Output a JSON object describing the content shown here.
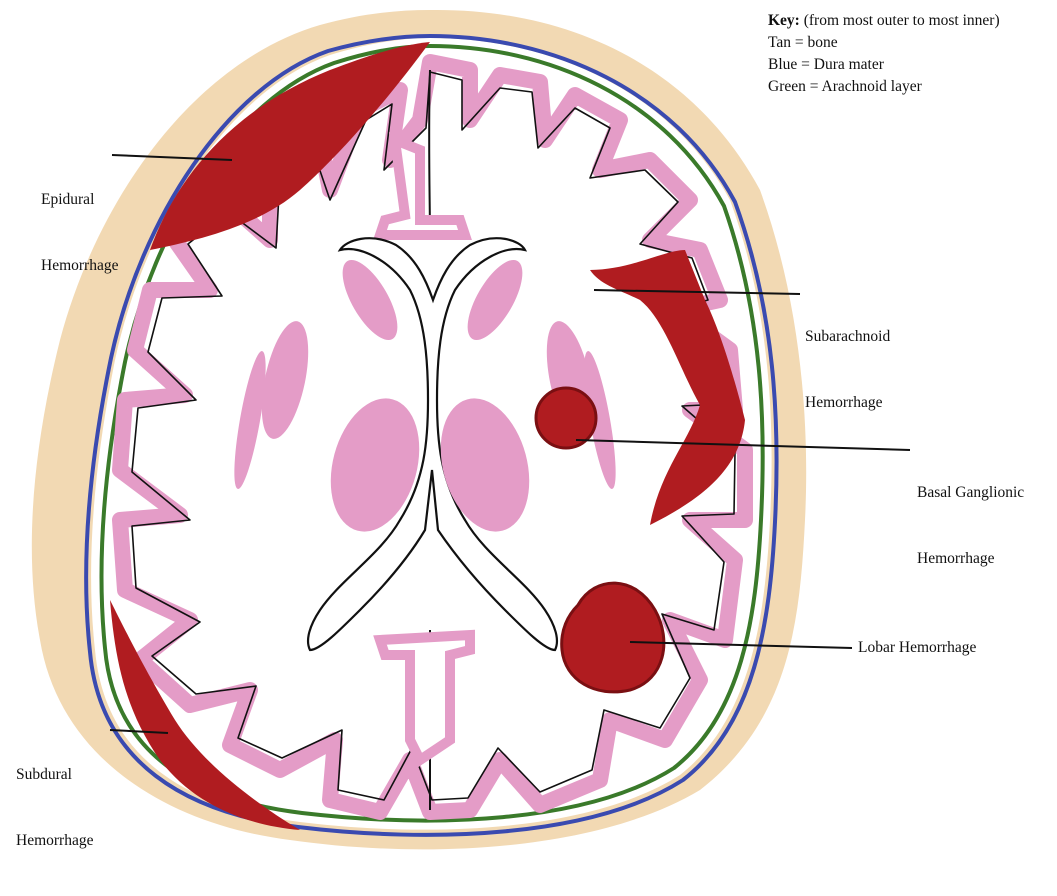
{
  "key": {
    "heading": "Key:",
    "heading_note": "(from most outer to most inner)",
    "items": [
      "Tan = bone",
      "Blue = Dura mater",
      "Green = Arachnoid layer"
    ]
  },
  "labels": {
    "epidural": [
      "Epidural",
      "Hemorrhage"
    ],
    "subarachnoid": [
      "Subarachnoid",
      "Hemorrhage"
    ],
    "basal_ganglionic": [
      "Basal Ganglionic",
      "Hemorrhage"
    ],
    "lobar": "Lobar Hemorrhage",
    "subdural": [
      "Subdural",
      "Hemorrhage"
    ]
  },
  "colors": {
    "bone": "#f2d9b3",
    "dura": "#3a4ab0",
    "arachnoid": "#3a7a2a",
    "cortex": "#e49cc7",
    "hemorrhage": "#b01c20",
    "hemorrhage_edge": "#7a0f12",
    "outline": "#111111"
  }
}
